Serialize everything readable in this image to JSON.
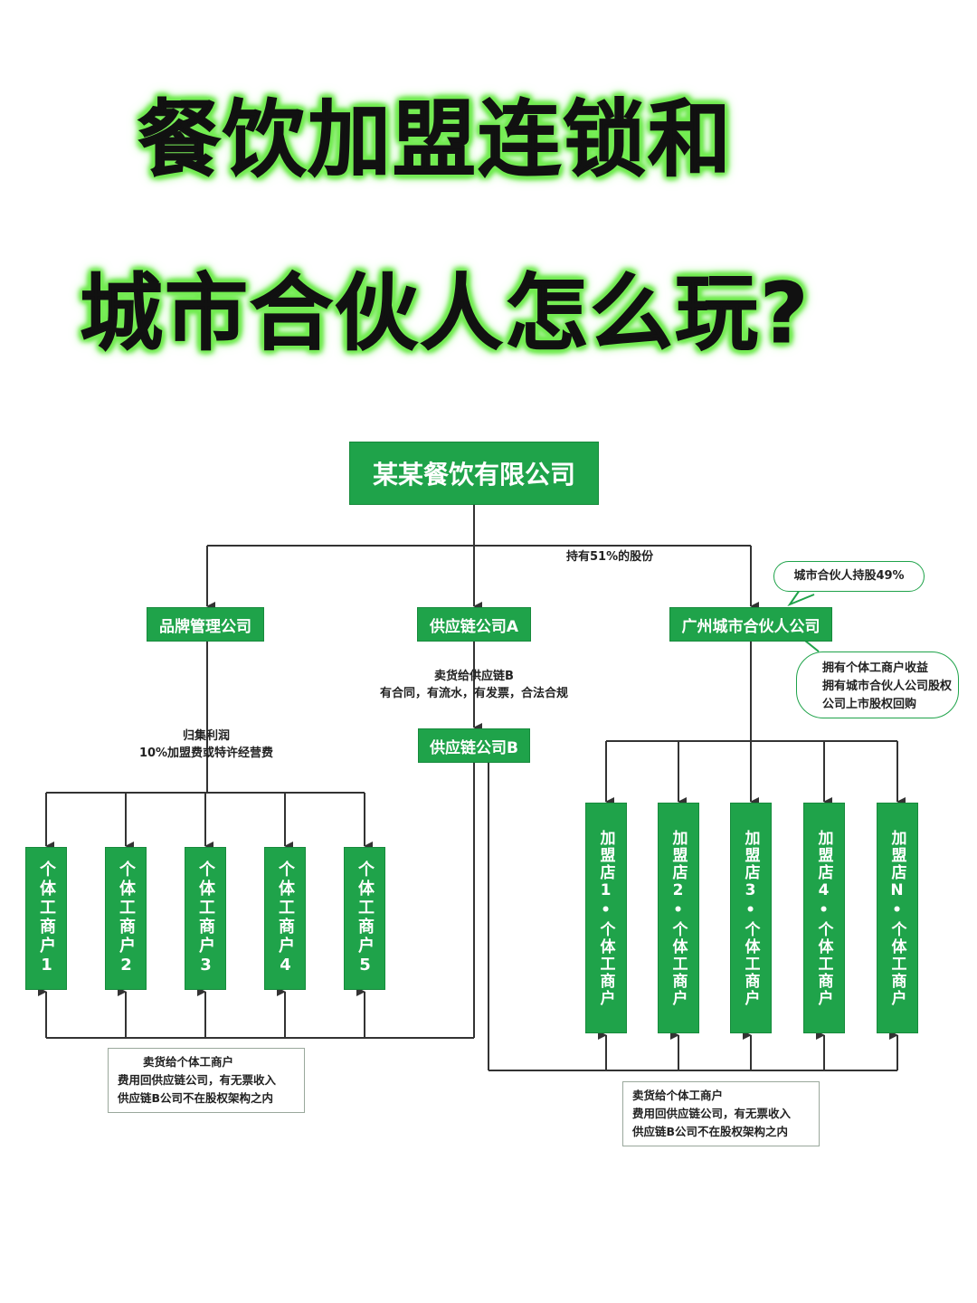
{
  "title": {
    "line1": "餐饮加盟连锁和",
    "line2": "城市合伙人怎么玩?"
  },
  "diagram": {
    "top_company": "某某餐饮有限公司",
    "edge_label_51": "持有51%的股份",
    "brand_company": "品牌管理公司",
    "supply_a": "供应链公司A",
    "city_partner_company": "广州城市合伙人公司",
    "callout_49": "城市合伙人持股49%",
    "callout_rights": [
      "拥有个体工商户收益",
      "拥有城市合伙人公司股权",
      "公司上市股权回购"
    ],
    "label_sell_b": [
      "卖货给供应链B",
      "有合同，有流水，有发票，合法合规"
    ],
    "supply_b": "供应链公司B",
    "label_profit": [
      "归集利润",
      "10%加盟费或特许经营费"
    ],
    "left_shops": [
      "个体工商户1",
      "个体工商户2",
      "个体工商户3",
      "个体工商户4",
      "个体工商户5"
    ],
    "right_shops": [
      "加盟店1•个体工商户",
      "加盟店2•个体工商户",
      "加盟店3•个体工商户",
      "加盟店4•个体工商户",
      "加盟店N•个体工商户"
    ],
    "note_left": [
      "卖货给个体工商户",
      "费用回供应链公司，有无票收入",
      "供应链B公司不在股权架构之内"
    ],
    "note_right": [
      "卖货给个体工商户",
      "费用回供应链公司，有无票收入",
      "供应链B公司不在股权架构之内"
    ]
  },
  "colors": {
    "node_green": "#1fa34a",
    "title_glow": "#7cf05a",
    "line": "#333333"
  }
}
